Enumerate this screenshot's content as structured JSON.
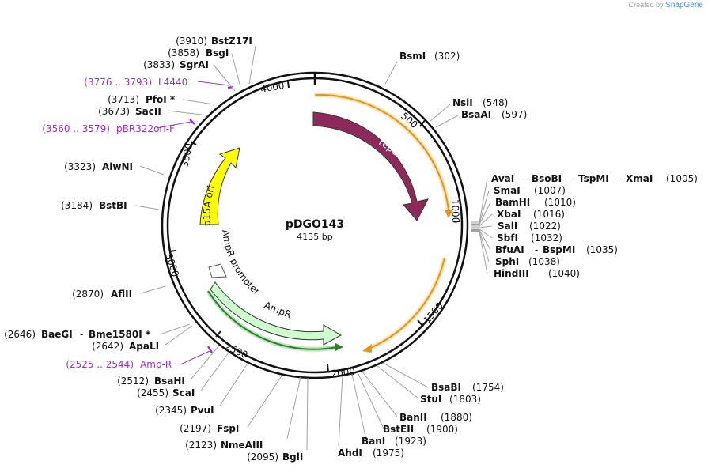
{
  "branding": {
    "created_by": "Created by",
    "product": "SnapGene"
  },
  "plasmid": {
    "name": "pDGO143",
    "size_label": "4135 bp"
  },
  "colors": {
    "backbone": "#111111",
    "site_line": "#a0a0a0",
    "primer": "#9b30c8",
    "repB": "#8e2a5b",
    "ori": "#ffff00",
    "ampR": "#ccffcc",
    "orange_feature": "#f0a020",
    "green_feature": "#2e7d32"
  },
  "ticks": [
    {
      "label": "500"
    },
    {
      "label": "1000"
    },
    {
      "label": "1500"
    },
    {
      "label": "2000"
    },
    {
      "label": "2500"
    },
    {
      "label": "3000"
    },
    {
      "label": "3500"
    },
    {
      "label": "4000"
    }
  ],
  "features": [
    {
      "label": "repB",
      "color": "#8e2a5b"
    },
    {
      "label": "p15A ori",
      "color": "#ffff00"
    },
    {
      "label": "AmpR promoter",
      "color": "#ffffff"
    },
    {
      "label": "AmpR",
      "color": "#ccffcc"
    }
  ],
  "primers": [
    {
      "range": "(3776 .. 3793)",
      "name": "L4440"
    },
    {
      "range": "(3560 .. 3579)",
      "name": "pBR322ori-F"
    },
    {
      "range": "(2525 .. 2544)",
      "name": "Amp-R"
    }
  ],
  "sites": [
    {
      "pos": "(302)",
      "name": "BsmI"
    },
    {
      "pos": "(548)",
      "name": "NsiI"
    },
    {
      "pos": "(597)",
      "name": "BsaAI"
    },
    {
      "name": "AvaI",
      "name2": "BsoBI",
      "name3": "TspMI",
      "name4": "XmaI",
      "pos": "(1005)"
    },
    {
      "name": "SmaI",
      "pos": "(1007)"
    },
    {
      "name": "BamHI",
      "pos": "(1010)"
    },
    {
      "name": "XbaI",
      "pos": "(1016)"
    },
    {
      "name": "SalI",
      "pos": "(1022)"
    },
    {
      "name": "SbfI",
      "pos": "(1032)"
    },
    {
      "name": "BfuAI",
      "name2": "BspMI",
      "pos": "(1035)"
    },
    {
      "name": "SphI",
      "pos": "(1038)"
    },
    {
      "name": "HindIII",
      "pos": "(1040)"
    },
    {
      "name": "BsaBI",
      "pos": "(1754)"
    },
    {
      "name": "StuI",
      "pos": "(1803)"
    },
    {
      "name": "BanII",
      "pos": "(1880)"
    },
    {
      "name": "BstEII",
      "pos": "(1900)"
    },
    {
      "name": "BanI",
      "pos": "(1923)"
    },
    {
      "name": "AhdI",
      "pos": "(1975)"
    },
    {
      "pos": "(2095)",
      "name": "BglI"
    },
    {
      "pos": "(2123)",
      "name": "NmeAIII"
    },
    {
      "pos": "(2197)",
      "name": "FspI"
    },
    {
      "pos": "(2345)",
      "name": "PvuI"
    },
    {
      "pos": "(2455)",
      "name": "ScaI"
    },
    {
      "pos": "(2512)",
      "name": "BsaHI"
    },
    {
      "pos": "(2642)",
      "name": "ApaLI"
    },
    {
      "pos": "(2646)",
      "name": "BaeGI",
      "name2": "Bme1580I *"
    },
    {
      "pos": "(2870)",
      "name": "AflII"
    },
    {
      "pos": "(3184)",
      "name": "BstBI"
    },
    {
      "pos": "(3323)",
      "name": "AlwNI"
    },
    {
      "pos": "(3673)",
      "name": "SacII"
    },
    {
      "pos": "(3713)",
      "name": "PfoI *"
    },
    {
      "pos": "(3833)",
      "name": "SgrAI"
    },
    {
      "pos": "(3858)",
      "name": "BsgI"
    },
    {
      "pos": "(3910)",
      "name": "BstZ17I"
    }
  ]
}
